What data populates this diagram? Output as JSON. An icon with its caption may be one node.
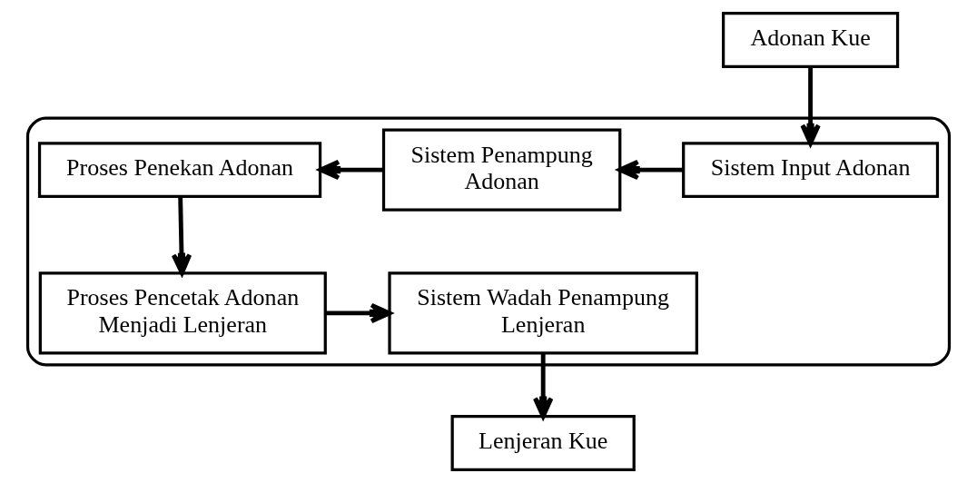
{
  "diagram": {
    "nodes": [
      {
        "text": [
          "Adonan Kue"
        ]
      },
      {
        "text": [],
        "shape": "box"
      },
      {
        "text": [
          "Sistem Input Adonan"
        ],
        "in": 1
      },
      {
        "text": [
          "Sistem Penampung Adonan"
        ],
        "in": 1
      },
      {
        "text": [
          "Proses Penekan Adonan"
        ],
        "in": 1
      },
      {
        "text": [
          "Proses Pencetak Adonan Menjadi Lenjeran"
        ],
        "in": 1
      },
      {
        "text": [
          "Sistem Wadah Penampung Lenjeran"
        ],
        "in": 1
      },
      {
        "text": [
          "Lenjeran Kue"
        ]
      }
    ],
    "edges": [
      {
        "from": 0,
        "to": 2,
        "arrow": "to"
      },
      {
        "from": 2,
        "to": 3,
        "arrow": "to"
      },
      {
        "from": 3,
        "to": 4,
        "arrow": "to"
      },
      {
        "from": 4,
        "to": 5,
        "arrow": "to"
      },
      {
        "from": 5,
        "to": 6,
        "arrow": "to"
      },
      {
        "from": 6,
        "to": 7,
        "arrow": "to"
      }
    ]
  }
}
